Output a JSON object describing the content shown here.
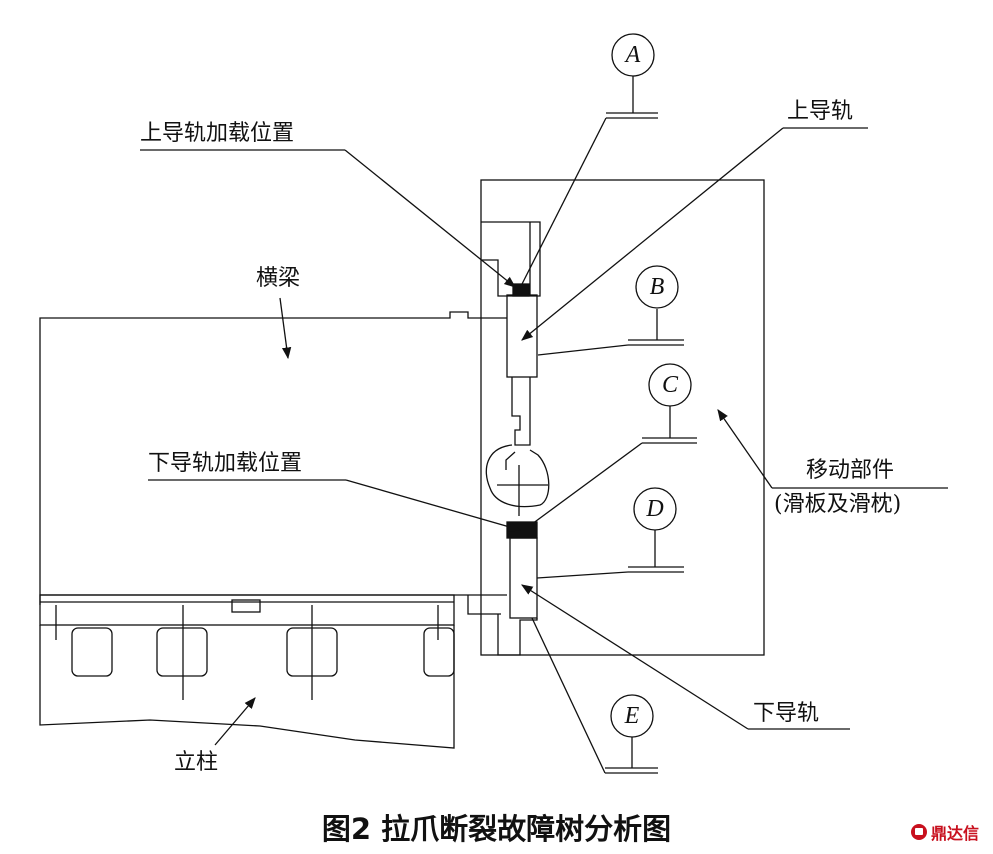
{
  "labels": {
    "upper_rail_load": "上导轨加载位置",
    "upper_rail": "上导轨",
    "beam": "横梁",
    "lower_rail_load": "下导轨加载位置",
    "moving_part_line1": "移动部件",
    "moving_part_line2": "(滑板及滑枕)",
    "lower_rail": "下导轨",
    "column": "立柱"
  },
  "markers": [
    "A",
    "B",
    "C",
    "D",
    "E"
  ],
  "caption": "图2  拉爪断裂故障树分析图",
  "watermark": "鼎达信",
  "colors": {
    "ink": "#111111",
    "watermark": "#c8101e"
  }
}
